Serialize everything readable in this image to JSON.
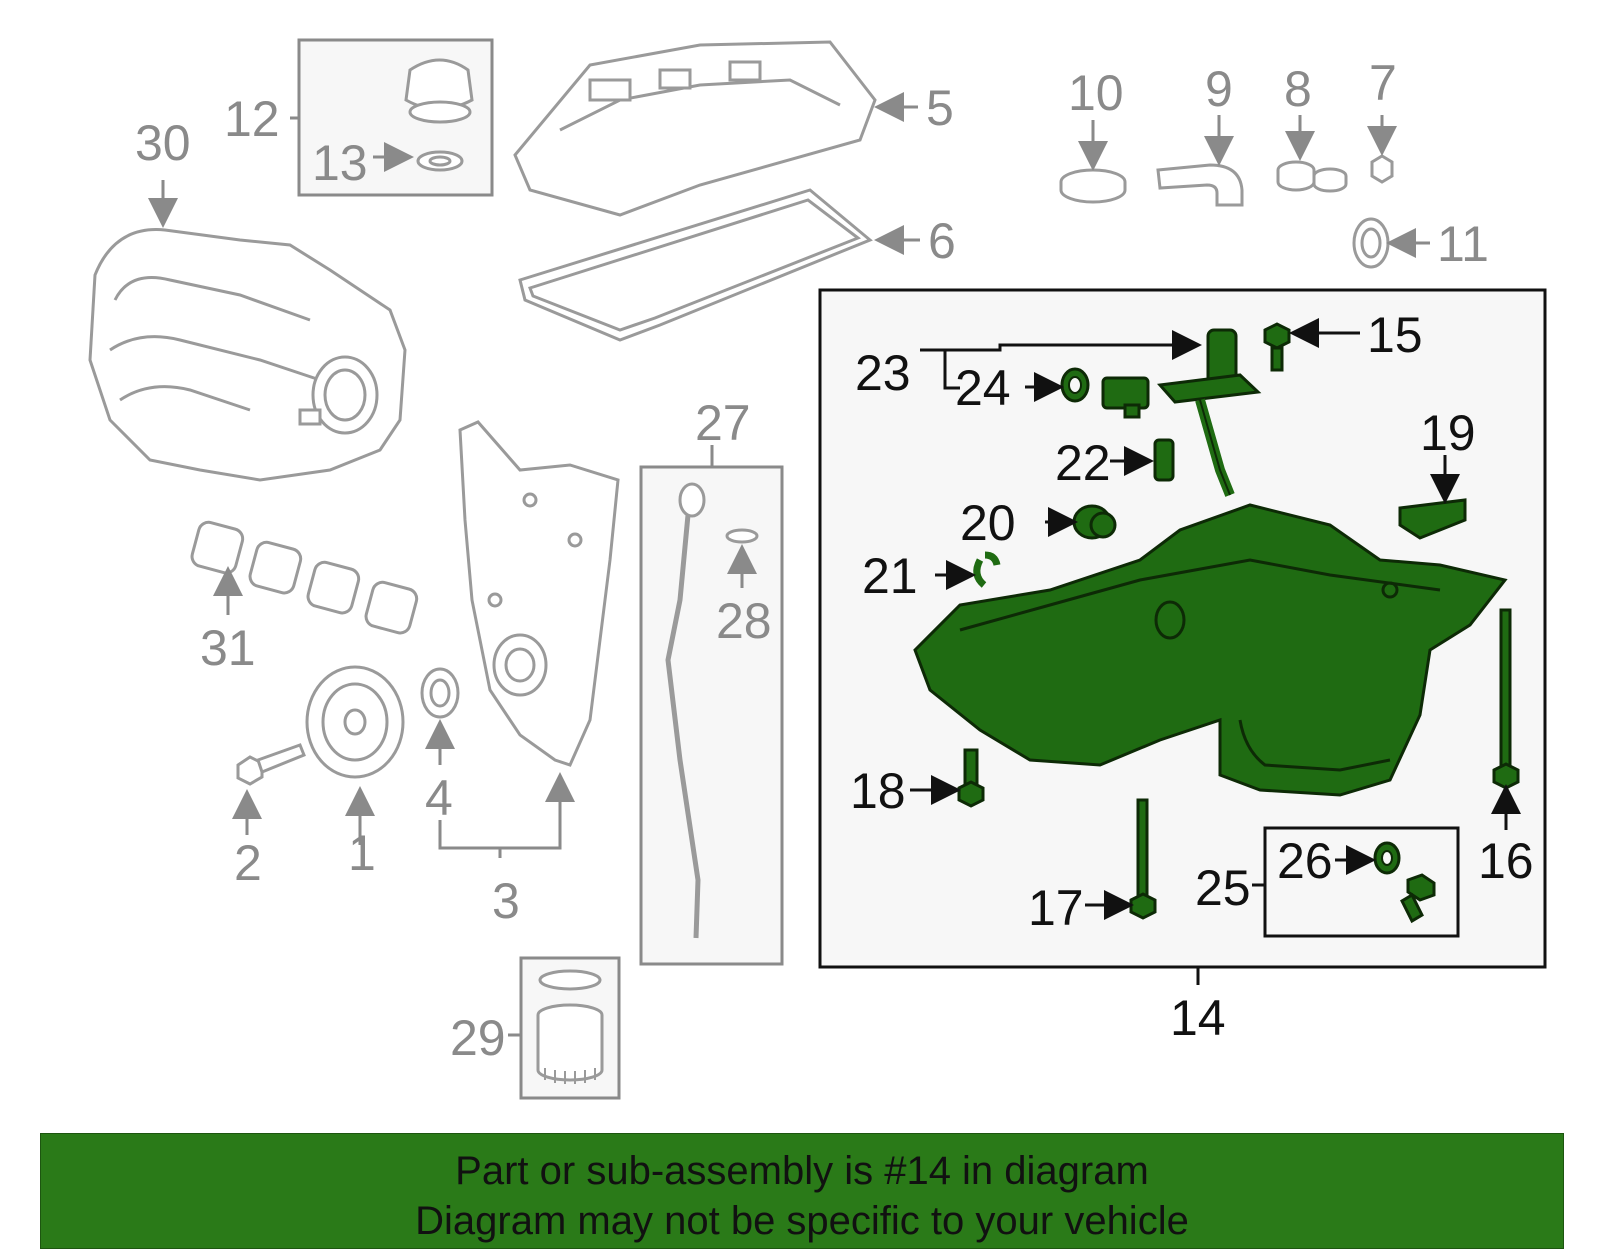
{
  "diagram": {
    "callouts": {
      "n1": "1",
      "n2": "2",
      "n3": "3",
      "n4": "4",
      "n5": "5",
      "n6": "6",
      "n7": "7",
      "n8": "8",
      "n9": "9",
      "n10": "10",
      "n11": "11",
      "n12": "12",
      "n13": "13",
      "n14": "14",
      "n15": "15",
      "n16": "16",
      "n17": "17",
      "n18": "18",
      "n19": "19",
      "n20": "20",
      "n21": "21",
      "n22": "22",
      "n23": "23",
      "n24": "24",
      "n25": "25",
      "n26": "26",
      "n27": "27",
      "n28": "28",
      "n29": "29",
      "n30": "30",
      "n31": "31"
    },
    "highlight_color": "#1f6b12",
    "inactive_color": "#8a8a8a"
  },
  "footer": {
    "line1": "Part or sub-assembly is #14 in diagram",
    "line2": "Diagram may not be specific to your vehicle",
    "background": "#2a7a18"
  }
}
